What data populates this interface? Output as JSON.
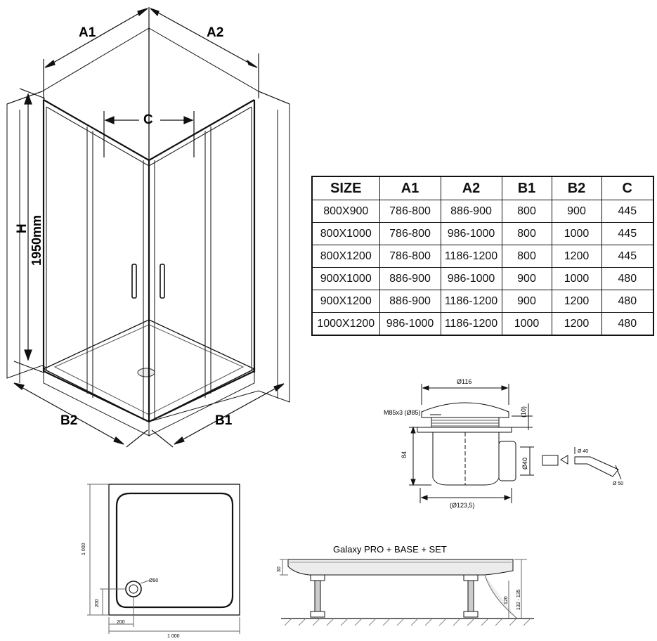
{
  "enclosure": {
    "labels": {
      "a1": "A1",
      "a2": "A2",
      "c": "C",
      "b1": "B1",
      "b2": "B2",
      "h": "H",
      "height": "1950mm"
    }
  },
  "size_table": {
    "headers": [
      "SIZE",
      "A1",
      "A2",
      "B1",
      "B2",
      "C"
    ],
    "rows": [
      [
        "800X900",
        "786-800",
        "886-900",
        "800",
        "900",
        "445"
      ],
      [
        "800X1000",
        "786-800",
        "986-1000",
        "800",
        "1000",
        "445"
      ],
      [
        "800X1200",
        "786-800",
        "1186-1200",
        "800",
        "1200",
        "445"
      ],
      [
        "900X1000",
        "886-900",
        "986-1000",
        "900",
        "1000",
        "480"
      ],
      [
        "900X1200",
        "886-900",
        "1186-1200",
        "900",
        "1200",
        "480"
      ],
      [
        "1000X1200",
        "986-1000",
        "1186-1200",
        "1000",
        "1200",
        "480"
      ]
    ]
  },
  "drain": {
    "top_diameter": "Ø116",
    "thread": "M85x3 (Ø85)",
    "flange": "(10)",
    "height": "84",
    "outlet": "Ø40",
    "body_diameter": "(Ø123,5)",
    "pipe_40": "Ø 40",
    "pipe_50": "Ø 50"
  },
  "tray_plan": {
    "width": "1 000",
    "depth": "1 000",
    "drain_x": "200",
    "drain_y": "200",
    "drain_diameter": "Ø90"
  },
  "tray_side": {
    "title": "Galaxy PRO + BASE + SET",
    "rim": "30",
    "base": "120",
    "range": "132 - 135"
  },
  "colors": {
    "line": "#111111",
    "tray_fill": "#ececec"
  }
}
